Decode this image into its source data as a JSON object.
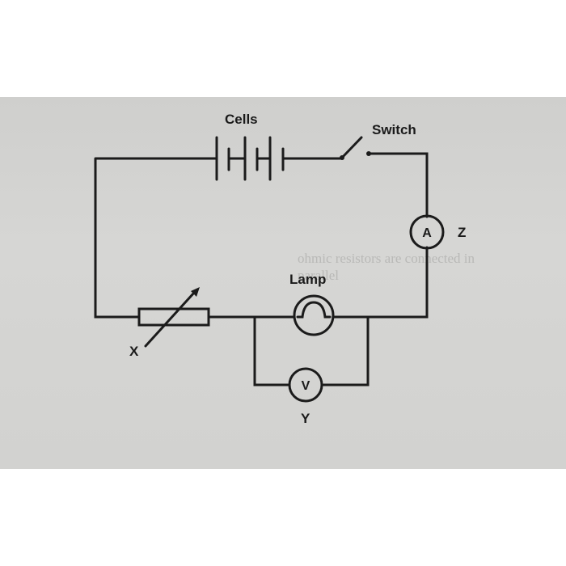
{
  "labels": {
    "cells": "Cells",
    "switch": "Switch",
    "lamp": "Lamp",
    "ammeter_letter": "A",
    "ammeter_name": "Z",
    "voltmeter_letter": "V",
    "voltmeter_name": "Y",
    "rheostat_name": "X"
  },
  "colors": {
    "page": "#ffffff",
    "paper": "#d2d2d0",
    "ink": "#1b1b1b"
  },
  "background_text": {
    "line1": "ohmic resistors are connected in",
    "line2": "parallel"
  }
}
